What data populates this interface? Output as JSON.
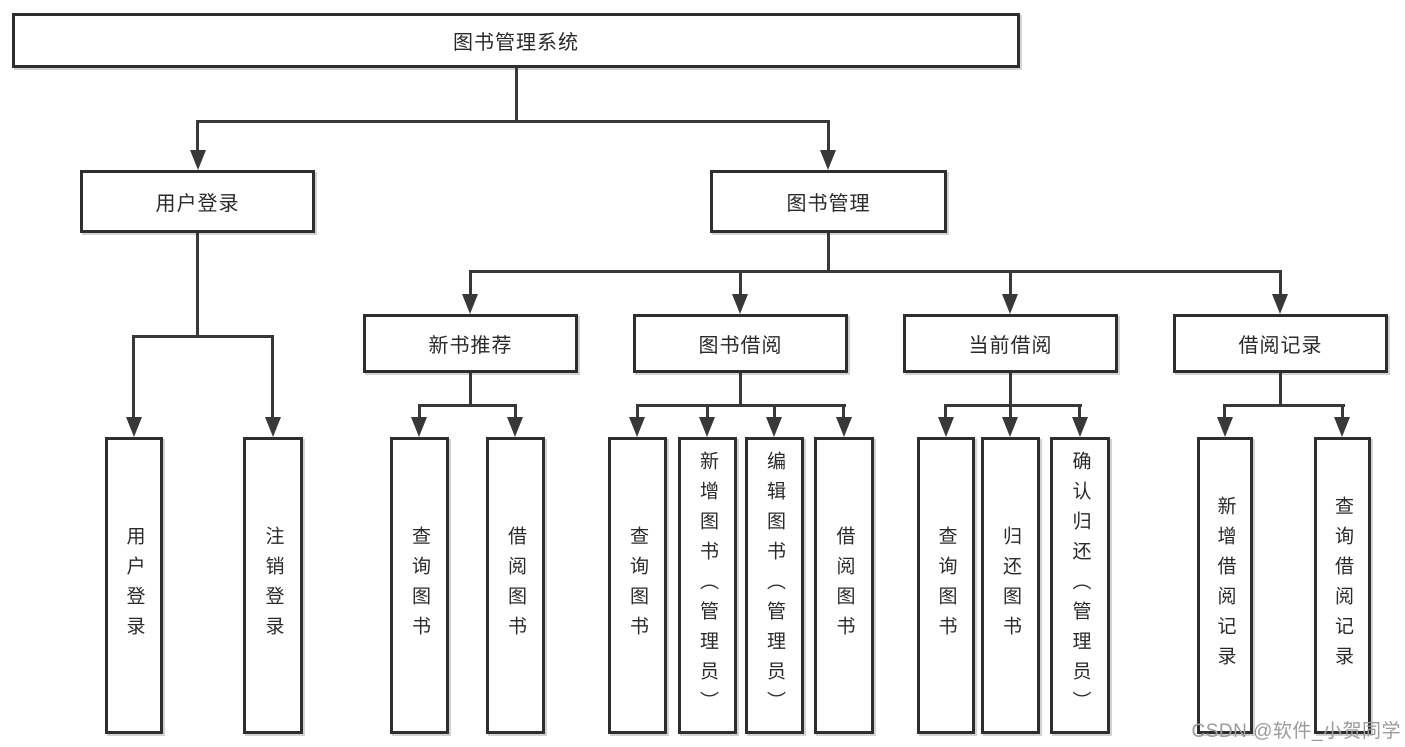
{
  "tree": {
    "label": "图书管理系统",
    "children": [
      {
        "label": "用户登录",
        "children": [
          {
            "label": "用户登录"
          },
          {
            "label": "注销登录"
          }
        ]
      },
      {
        "label": "图书管理",
        "children": [
          {
            "label": "新书推荐",
            "children": [
              {
                "label": "查询图书"
              },
              {
                "label": "借阅图书"
              }
            ]
          },
          {
            "label": "图书借阅",
            "children": [
              {
                "label": "查询图书"
              },
              {
                "label": "新增图书（管理员）"
              },
              {
                "label": "编辑图书（管理员）"
              },
              {
                "label": "借阅图书"
              }
            ]
          },
          {
            "label": "当前借阅",
            "children": [
              {
                "label": "查询图书"
              },
              {
                "label": "归还图书"
              },
              {
                "label": "确认归还（管理员）"
              }
            ]
          },
          {
            "label": "借阅记录",
            "children": [
              {
                "label": "新增借阅记录"
              },
              {
                "label": "查询借阅记录"
              }
            ]
          }
        ]
      }
    ]
  },
  "watermark": {
    "text": "CSDN @软件_小贺同学",
    "color": "#9b9b9b"
  },
  "colors": {
    "line": "#383838",
    "box_border": "#2e2e2e",
    "background": "#ffffff",
    "text": "#2a2a2a"
  }
}
